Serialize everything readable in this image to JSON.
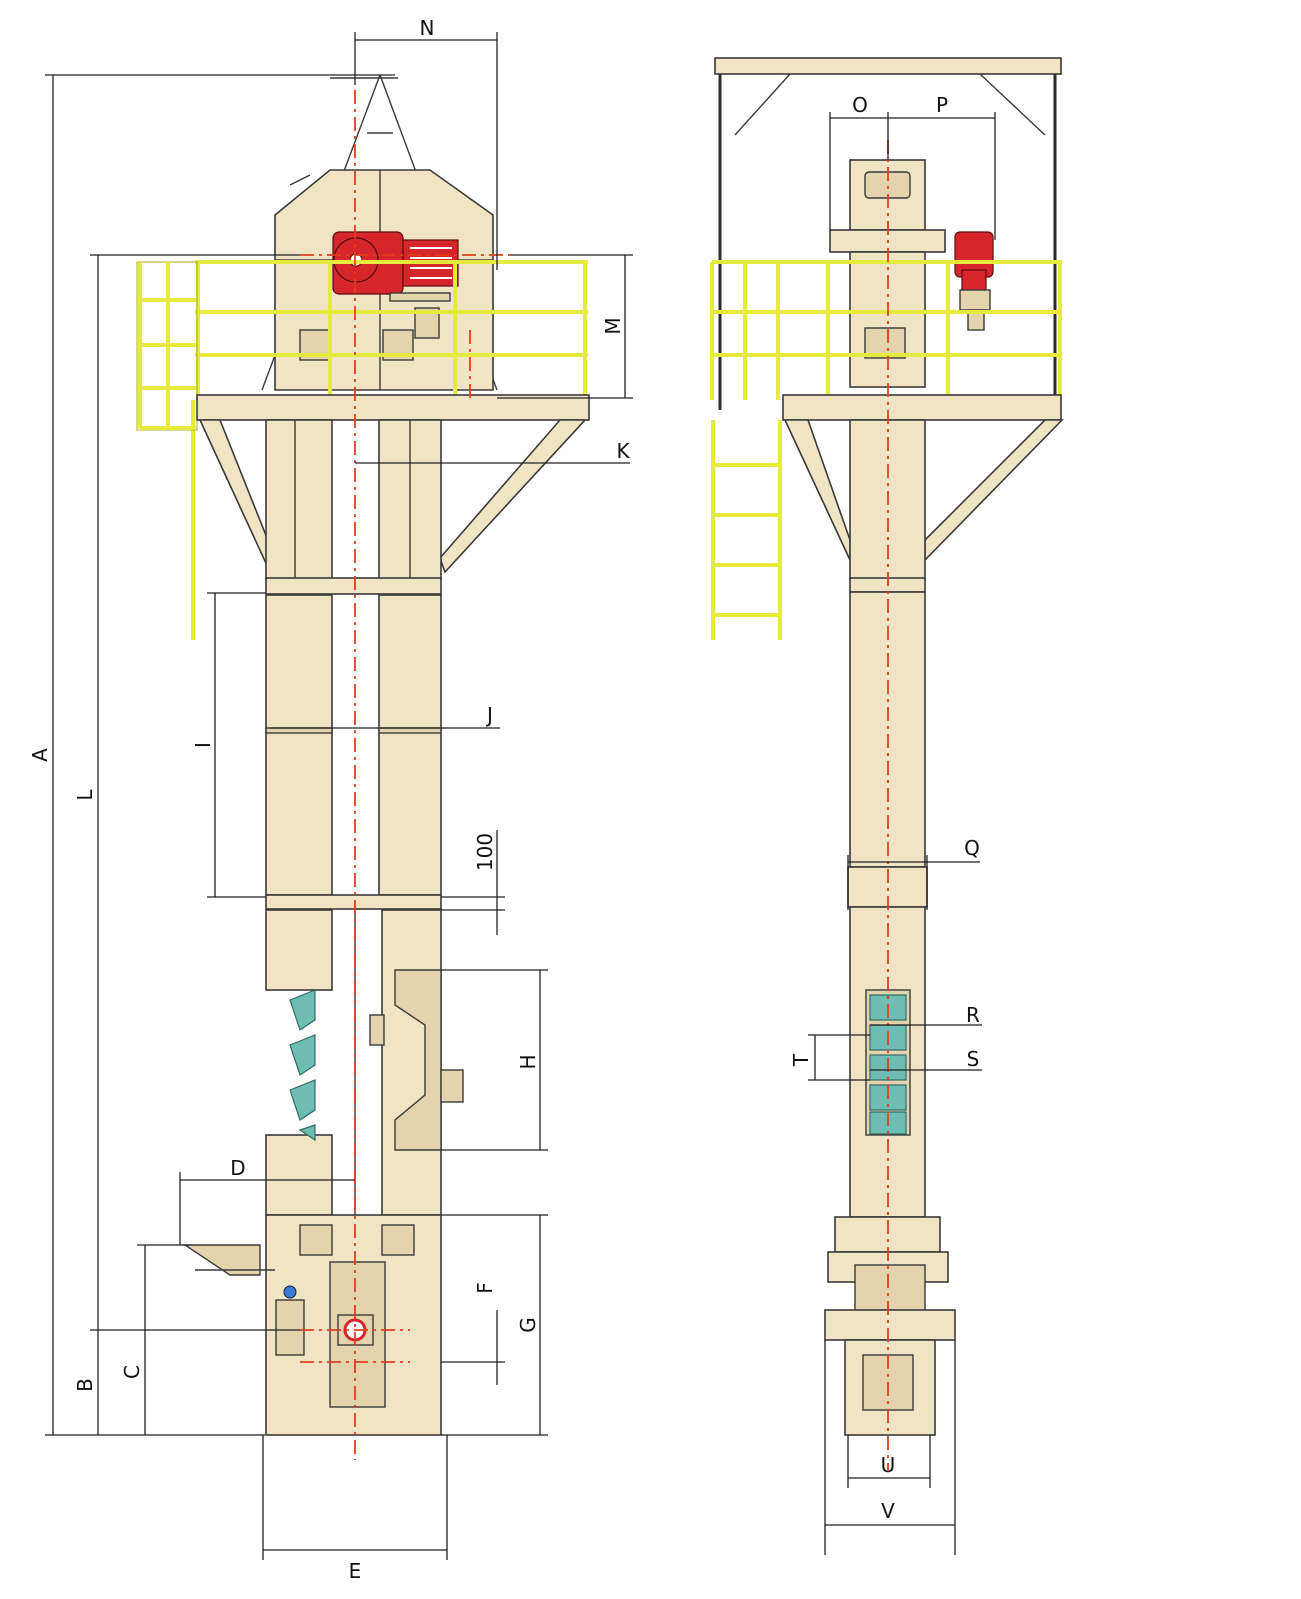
{
  "colors": {
    "body": "#f1e4c4",
    "outline": "#3a3a3a",
    "railing": "#e6ea3c",
    "railing_dark": "#b5b82a",
    "motor": "#d7262b",
    "bucket": "#6fbcb2",
    "centerline": "#e2401c",
    "dim": "#222222",
    "frame": "#2a2a2a"
  },
  "left_view": {
    "labels": {
      "A": "A",
      "L": "L",
      "B": "B",
      "C": "C",
      "D": "D",
      "E": "E",
      "F": "F",
      "G": "G",
      "H": "H",
      "I": "I",
      "J": "J",
      "K": "K",
      "M": "M",
      "N": "N",
      "hundred": "100"
    }
  },
  "right_view": {
    "labels": {
      "O": "O",
      "P": "P",
      "Q": "Q",
      "R": "R",
      "S": "S",
      "T": "T",
      "U": "U",
      "V": "V"
    }
  }
}
